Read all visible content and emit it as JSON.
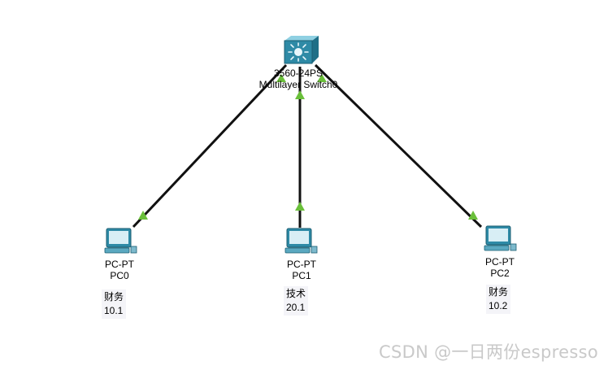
{
  "topology": {
    "switch": {
      "model": "3560-24PS",
      "name": "Multilayer Switch0",
      "icon": "multilayer-switch-icon",
      "color": "#2e8aa6"
    },
    "pcs": [
      {
        "type": "PC-PT",
        "name": "PC0",
        "note_line1": "财务",
        "note_line2": "10.1",
        "icon": "desktop-pc-icon"
      },
      {
        "type": "PC-PT",
        "name": "PC1",
        "note_line1": "技术",
        "note_line2": "20.1",
        "icon": "desktop-pc-icon"
      },
      {
        "type": "PC-PT",
        "name": "PC2",
        "note_line1": "财务",
        "note_line2": "10.2",
        "icon": "desktop-pc-icon"
      }
    ],
    "link_status_color": "#6abf3a",
    "link_color": "#111111"
  },
  "watermark": "CSDN @一日两份espresso"
}
